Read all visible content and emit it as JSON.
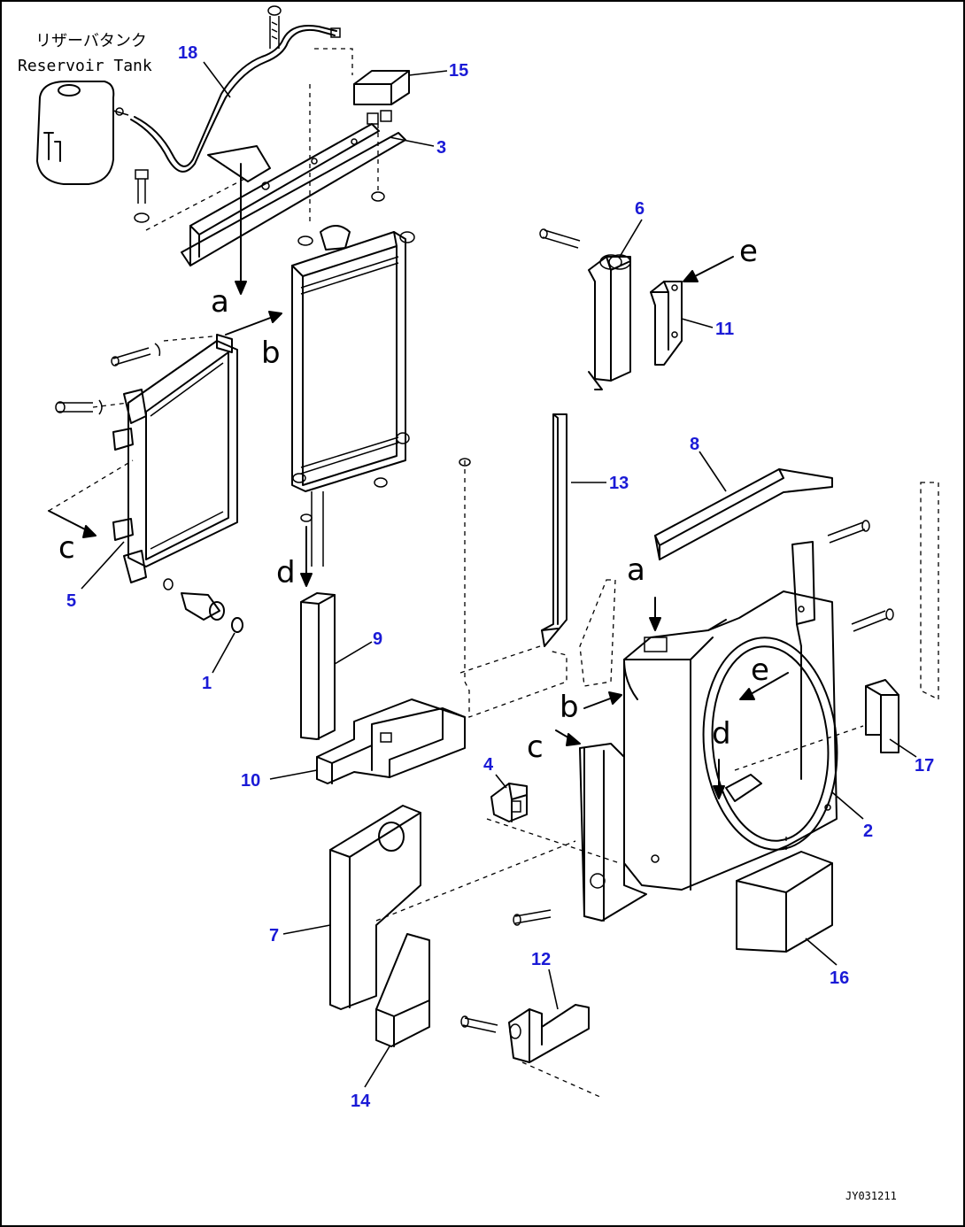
{
  "annotations": {
    "reservoir_jp": "リザーバタンク",
    "reservoir_en": "Reservoir Tank",
    "drawing_code": "JY031211"
  },
  "part_numbers": [
    "1",
    "2",
    "3",
    "4",
    "5",
    "6",
    "7",
    "8",
    "9",
    "10",
    "11",
    "12",
    "13",
    "14",
    "15",
    "16",
    "17",
    "18"
  ],
  "view_letters": {
    "a": "a",
    "b": "b",
    "c": "c",
    "d": "d",
    "e": "e"
  },
  "colors": {
    "part_number": "#1a1ad6",
    "line": "#000000"
  }
}
